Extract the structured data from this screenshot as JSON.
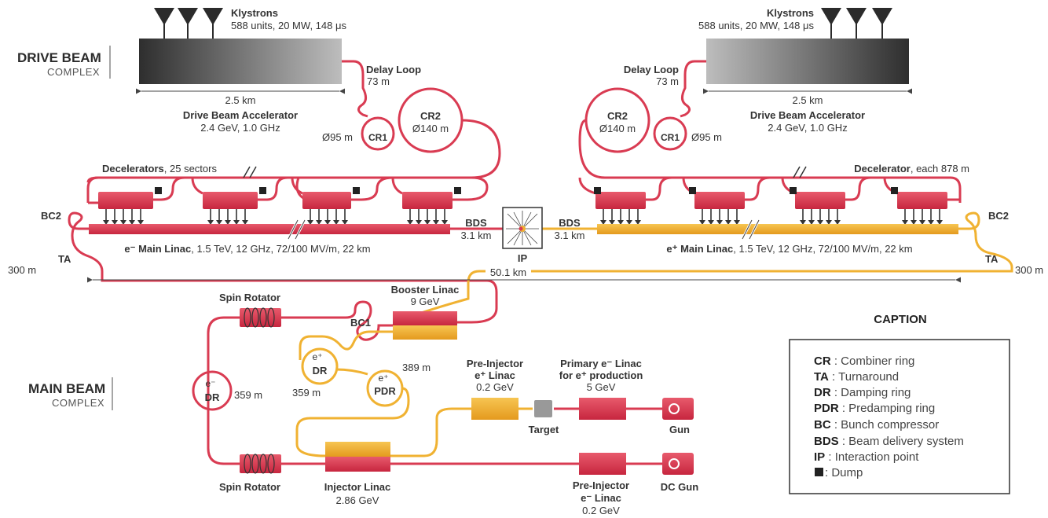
{
  "colors": {
    "electron": "#d93b52",
    "positron": "#f0b232",
    "klystron": "#2b2b2b",
    "dump": "#222222"
  },
  "drive_beam": {
    "heading": "DRIVE BEAM",
    "subheading": "COMPLEX",
    "left": {
      "klystrons_title": "Klystrons",
      "klystrons_spec": "588 units, 20 MW, 148 μs",
      "length": "2.5 km",
      "accelerator_title": "Drive Beam Accelerator",
      "accelerator_spec": "2.4 GeV, 1.0 GHz",
      "delay_loop_title": "Delay Loop",
      "delay_loop_length": "73 m",
      "cr1": "CR1",
      "cr1_diameter": "Ø95 m",
      "cr2": "CR2",
      "cr2_diameter": "Ø140 m",
      "decelerators_title": "Decelerators",
      "decelerators_spec": ", 25 sectors"
    },
    "right": {
      "klystrons_title": "Klystrons",
      "klystrons_spec": "588 units, 20 MW, 148 μs",
      "length": "2.5 km",
      "accelerator_title": "Drive Beam Accelerator",
      "accelerator_spec": "2.4 GeV, 1.0 GHz",
      "delay_loop_title": "Delay Loop",
      "delay_loop_length": "73 m",
      "cr1": "CR1",
      "cr1_diameter": "Ø95 m",
      "cr2": "CR2",
      "cr2_diameter": "Ø140 m",
      "decelerator_title": "Decelerator",
      "decelerator_spec": ", each 878 m"
    }
  },
  "main_linac": {
    "electron_title": "e⁻ Main Linac",
    "electron_spec": ", 1.5 TeV, 12 GHz, 72/100 MV/m, 22 km",
    "positron_title": "e⁺ Main Linac",
    "positron_spec": ", 1.5 TeV, 12 GHz, 72/100 MV/m, 22 km",
    "bc2_left": "BC2",
    "bc2_right": "BC2",
    "ta_left": "TA",
    "ta_right": "TA",
    "ta_left_length": "300 m",
    "ta_right_length": "300 m",
    "bds_left": "BDS",
    "bds_left_length": "3.1 km",
    "bds_right": "BDS",
    "bds_right_length": "3.1 km",
    "ip": "IP",
    "total_length": "50.1 km"
  },
  "main_beam": {
    "heading": "MAIN BEAM",
    "subheading": "COMPLEX",
    "spin_rotator_top": "Spin Rotator",
    "spin_rotator_bottom": "Spin Rotator",
    "booster_title": "Booster Linac",
    "booster_spec": "9 GeV",
    "bc1": "BC1",
    "dr_pos_sup": "e⁺",
    "dr_pos": "DR",
    "dr_pos_length": "359 m",
    "pdr_sup": "e⁺",
    "pdr": "PDR",
    "pdr_length": "389 m",
    "dr_ele_sup": "e⁻",
    "dr_ele": "DR",
    "dr_ele_length": "359 m",
    "pre_inj_pos_title": "Pre-Injector",
    "pre_inj_pos_title2": "e⁺ Linac",
    "pre_inj_pos_spec": "0.2 GeV",
    "target": "Target",
    "primary_title": "Primary e⁻ Linac",
    "primary_title2": "for e⁺ production",
    "primary_spec": "5 GeV",
    "gun": "Gun",
    "injector_title": "Injector Linac",
    "injector_spec": "2.86 GeV",
    "pre_inj_ele_title": "Pre-Injector",
    "pre_inj_ele_title2": "e⁻ Linac",
    "pre_inj_ele_spec": "0.2 GeV",
    "dc_gun": "DC Gun"
  },
  "caption": {
    "title": "CAPTION",
    "items": [
      {
        "key": "CR",
        "value": " : Combiner ring"
      },
      {
        "key": "TA",
        "value": " : Turnaround"
      },
      {
        "key": "DR",
        "value": " : Damping ring"
      },
      {
        "key": "PDR",
        "value": " : Predamping ring"
      },
      {
        "key": "BC",
        "value": " : Bunch compressor"
      },
      {
        "key": "BDS",
        "value": " : Beam delivery system"
      },
      {
        "key": "IP",
        "value": " : Interaction point"
      }
    ],
    "dump_label": " : Dump"
  }
}
